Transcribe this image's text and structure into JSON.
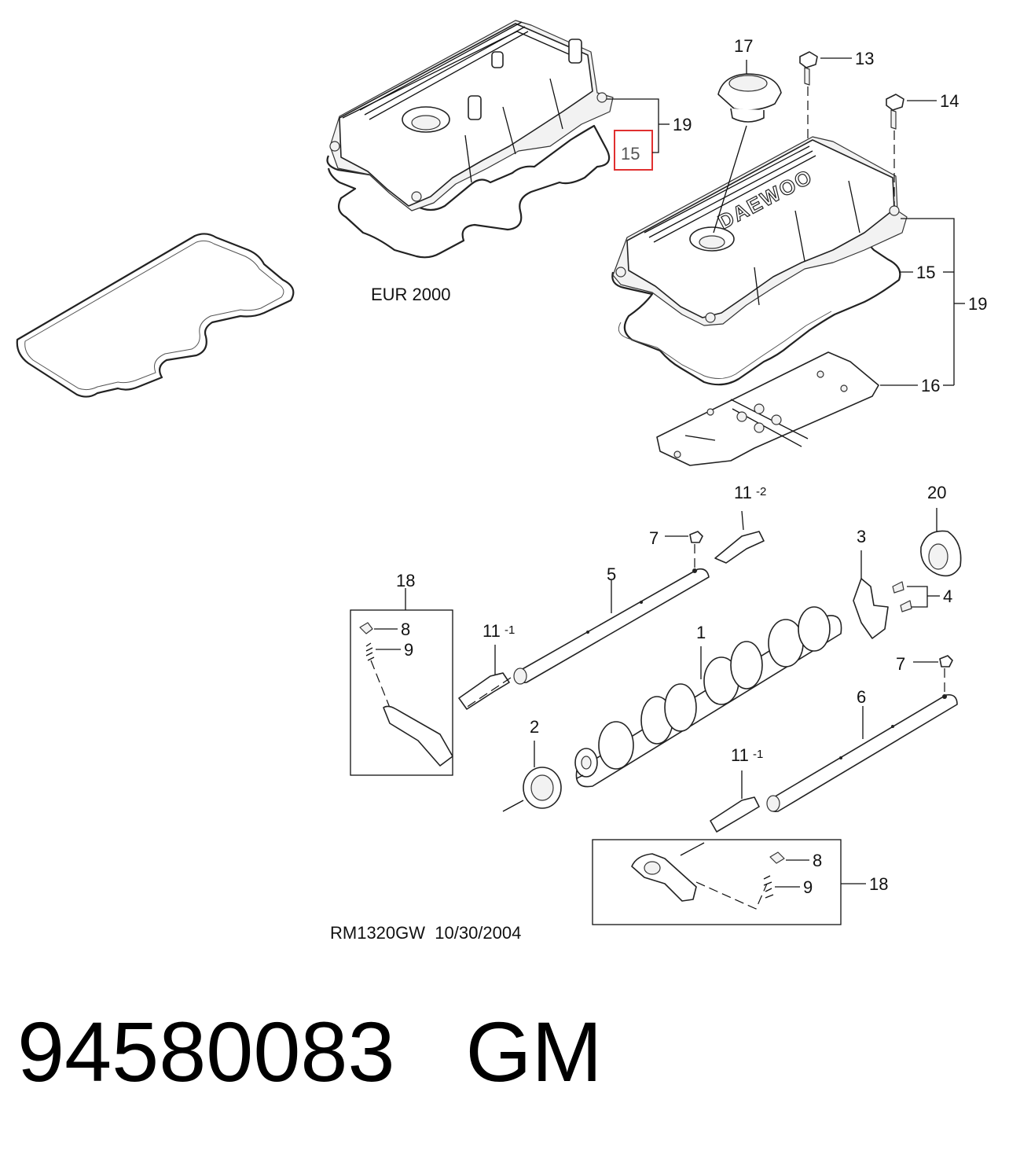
{
  "diagram": {
    "labels": {
      "l1": "1",
      "l2": "2",
      "l3": "3",
      "l4": "4",
      "l5": "5",
      "l6": "6",
      "l7a": "7",
      "l7b": "7",
      "l8a": "8",
      "l8b": "8",
      "l9a": "9",
      "l9b": "9",
      "l11_2": "11",
      "l11_2_sup": "-2",
      "l11_1a": "11",
      "l11_1a_sup": "-1",
      "l11_1b": "11",
      "l11_1b_sup": "-1",
      "l13": "13",
      "l14": "14",
      "l15_highlight": "15",
      "l15": "15",
      "l16": "16",
      "l17": "17",
      "l18a": "18",
      "l18b": "18",
      "l19a": "19",
      "l19b": "19",
      "l20": "20"
    },
    "eur_caption": "EUR 2000",
    "ref_caption": "RM1320GW  10/30/2004",
    "cover_logo_text": "DAEWOO",
    "highlight_color": "#e03030"
  },
  "footer": {
    "part_number": "94580083",
    "brand": "GM"
  }
}
